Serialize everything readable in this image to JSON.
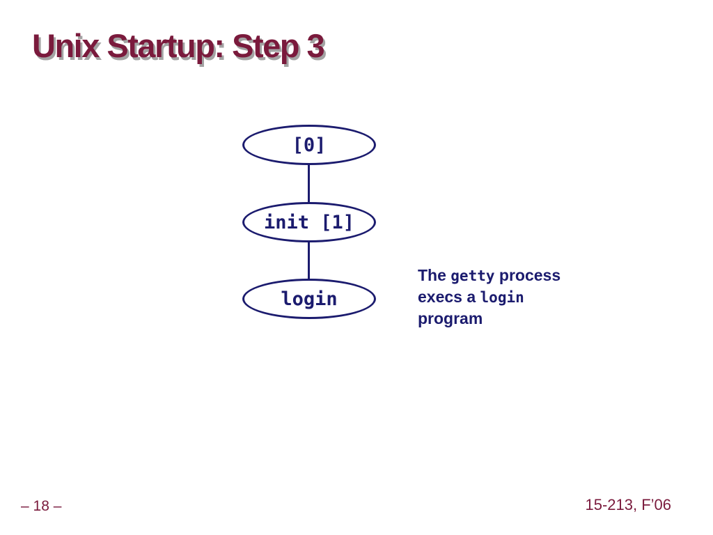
{
  "slide": {
    "title": "Unix Startup: Step 3",
    "page_label": "– 18 –",
    "course_label": "15-213, F’06"
  },
  "diagram": {
    "type": "process-tree",
    "nodes": [
      {
        "id": "process-0",
        "label": "[0]"
      },
      {
        "id": "process-init",
        "label": "init [1]"
      },
      {
        "id": "process-login",
        "label": "login"
      }
    ],
    "edges": [
      {
        "from": "process-0",
        "to": "process-init"
      },
      {
        "from": "process-init",
        "to": "process-login"
      }
    ]
  },
  "annotation": {
    "line1_text": "The ",
    "line1_code": "getty",
    "line1_tail": " process",
    "line2_text": "execs a ",
    "line2_code": "login",
    "line3_text": "program"
  },
  "colors": {
    "title_maroon": "#7a1a3c",
    "title_shadow_gray": "#a3a3a3",
    "diagram_navy": "#1b1b6e",
    "background": "#ffffff"
  }
}
